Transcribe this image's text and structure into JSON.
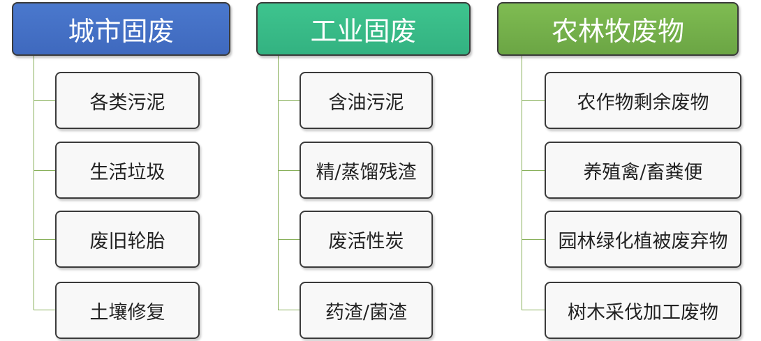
{
  "columns": [
    {
      "title": "城市固废",
      "color": "#4472c4",
      "items": [
        "各类污泥",
        "生活垃圾",
        "废旧轮胎",
        "土壤修复"
      ]
    },
    {
      "title": "工业固废",
      "color": "#3cbc8d",
      "items": [
        "含油污泥",
        "精/蒸馏残渣",
        "废活性炭",
        "药渣/菌渣"
      ]
    },
    {
      "title": "农林牧废物",
      "color": "#70ad47",
      "items": [
        "农作物剩余废物",
        "养殖禽/畜粪便",
        "园林绿化植被废弃物",
        "树木采伐加工废物"
      ]
    }
  ]
}
